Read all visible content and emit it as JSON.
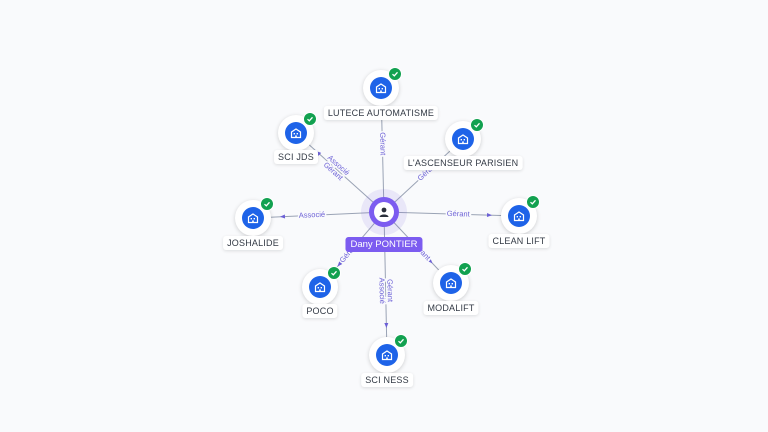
{
  "center": {
    "name": "Dany PONTIER",
    "icon": "person-icon"
  },
  "companies": [
    {
      "id": "lutece",
      "name": "LUTECE AUTOMATISME",
      "verified": true,
      "icon": "building-icon"
    },
    {
      "id": "sci-jds",
      "name": "SCI JDS",
      "verified": true,
      "icon": "building-icon"
    },
    {
      "id": "ascenseur",
      "name": "L'ASCENSEUR PARISIEN",
      "verified": true,
      "icon": "building-icon"
    },
    {
      "id": "joshalide",
      "name": "JOSHALIDE",
      "verified": true,
      "icon": "building-icon"
    },
    {
      "id": "clean-lift",
      "name": "CLEAN LIFT",
      "verified": true,
      "icon": "building-icon"
    },
    {
      "id": "poco",
      "name": "POCO",
      "verified": true,
      "icon": "building-icon"
    },
    {
      "id": "modalift",
      "name": "MODALIFT",
      "verified": true,
      "icon": "building-icon"
    },
    {
      "id": "sci-ness",
      "name": "SCI NESS",
      "verified": true,
      "icon": "building-icon"
    }
  ],
  "edges": [
    {
      "to": "lutece",
      "labels": [
        "Gérant"
      ]
    },
    {
      "to": "sci-jds",
      "labels": [
        "Gérant",
        "Associé"
      ]
    },
    {
      "to": "ascenseur",
      "labels": [
        "Gérant"
      ]
    },
    {
      "to": "joshalide",
      "labels": [
        "Associé"
      ]
    },
    {
      "to": "clean-lift",
      "labels": [
        "Gérant"
      ]
    },
    {
      "to": "poco",
      "labels": [
        "Gérant"
      ]
    },
    {
      "to": "modalift",
      "labels": [
        "Gérant"
      ]
    },
    {
      "to": "sci-ness",
      "labels": [
        "Gérant",
        "Associé"
      ]
    }
  ],
  "colors": {
    "edge": "#9aa3b5",
    "edge_label": "#6b5fd6",
    "center": "#7c5cf0",
    "node": "#1e63e8",
    "verified": "#12a150"
  }
}
